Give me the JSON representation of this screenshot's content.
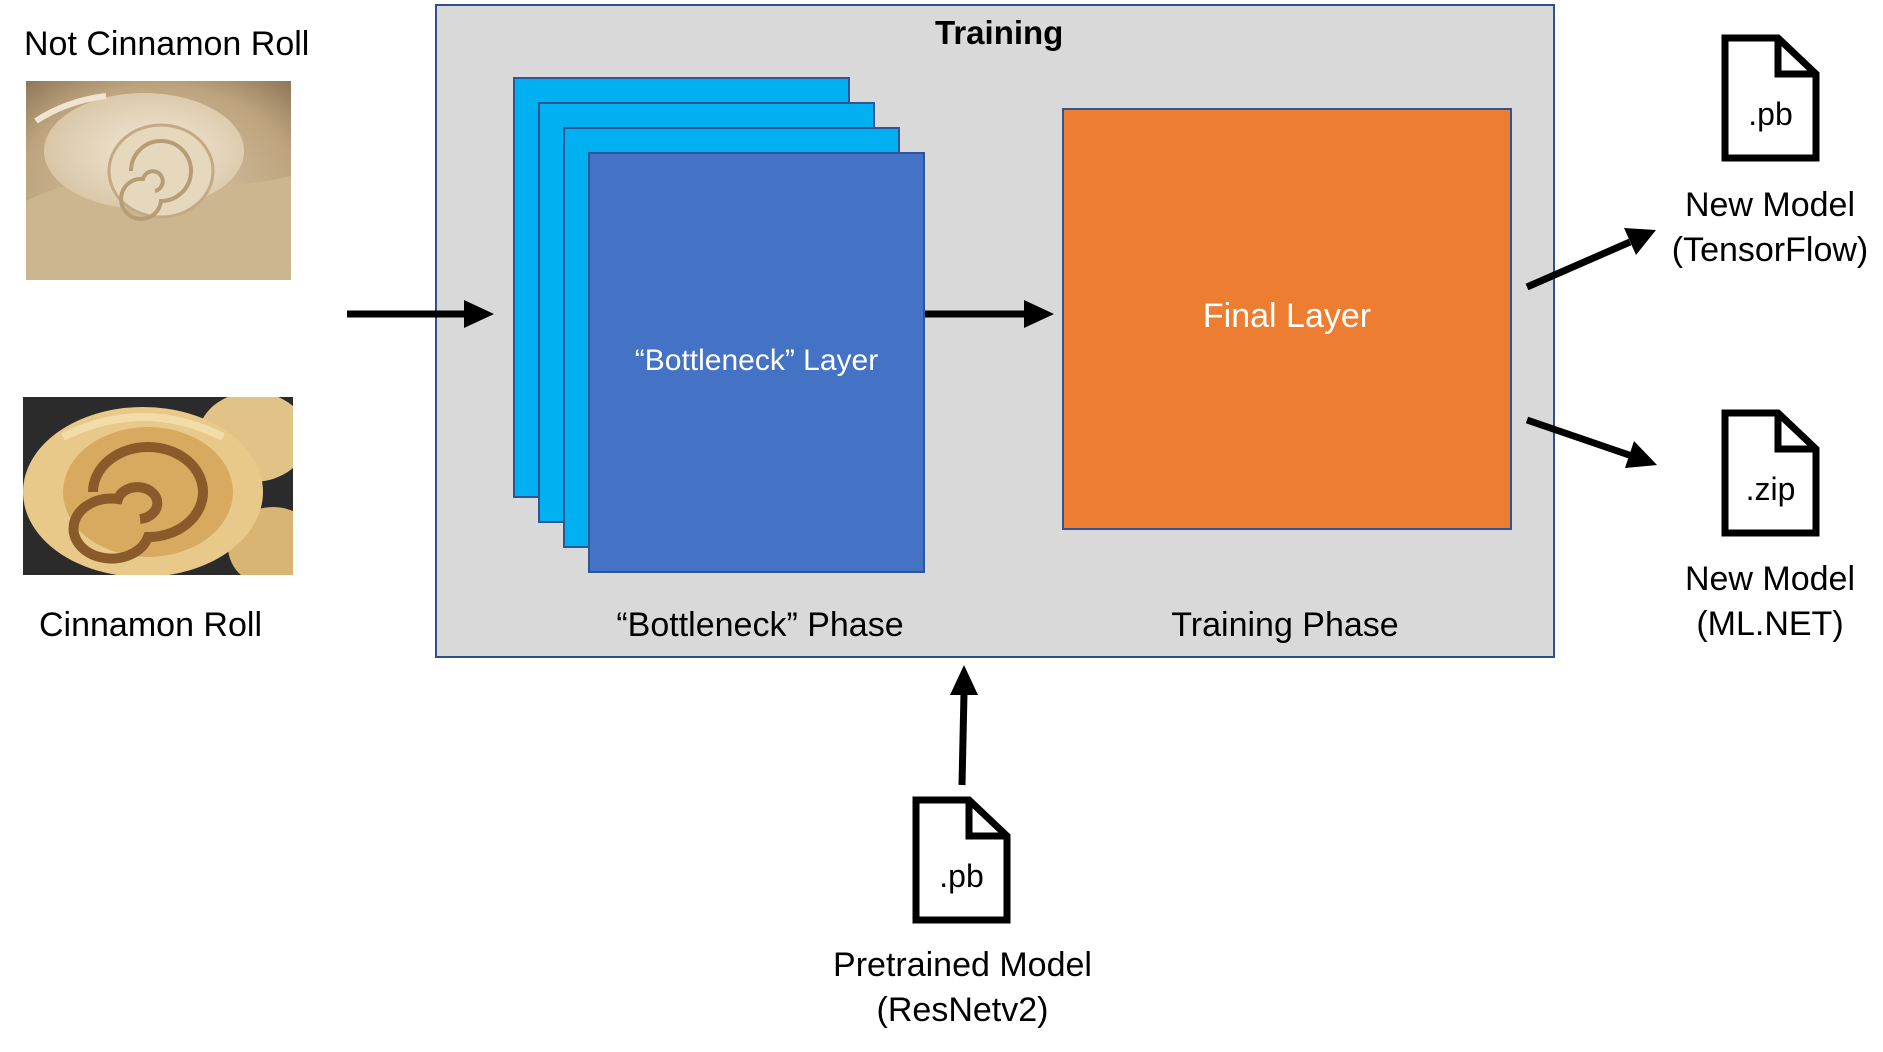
{
  "inputs": {
    "not_cinnamon_label": "Not Cinnamon Roll",
    "cinnamon_label": "Cinnamon Roll"
  },
  "training": {
    "title": "Training",
    "bottleneck_layer_label": "“Bottleneck” Layer",
    "bottleneck_phase_label": "“Bottleneck” Phase",
    "final_layer_label": "Final Layer",
    "training_phase_label": "Training Phase"
  },
  "pretrained": {
    "file_ext": ".pb",
    "label_line1": "Pretrained Model",
    "label_line2": "(ResNetv2)"
  },
  "outputs": {
    "tensorflow": {
      "file_ext": ".pb",
      "label_line1": "New Model",
      "label_line2": "(TensorFlow)"
    },
    "mlnet": {
      "file_ext": ".zip",
      "label_line1": "New Model",
      "label_line2": "(ML.NET)"
    }
  },
  "colors": {
    "container_bg": "#d9d9d9",
    "bottleneck_back": "#00b0f0",
    "bottleneck_front": "#4472c4",
    "final_layer": "#ed7d31"
  }
}
